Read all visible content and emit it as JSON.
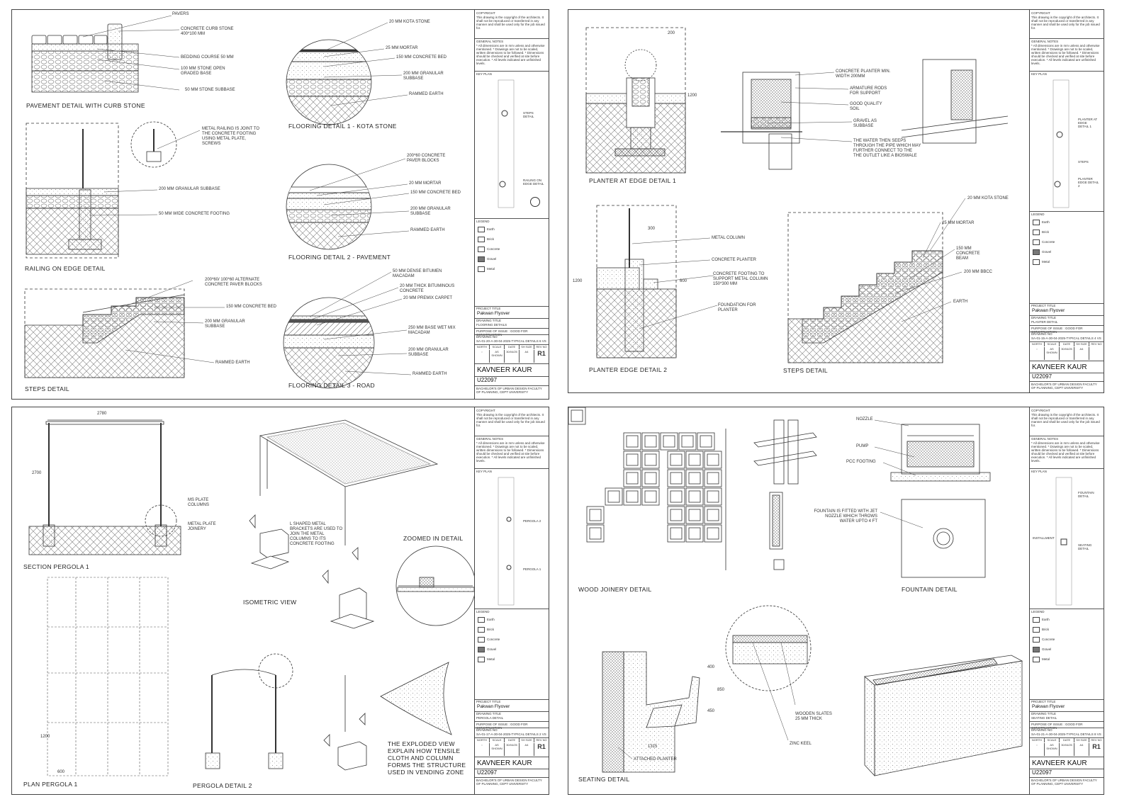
{
  "colors": {
    "line": "#333333",
    "paper": "#ffffff",
    "hatch": "#777777"
  },
  "sheets": [
    {
      "id": "flooring",
      "labels": {
        "pavers": "PAVERS",
        "curb": "CONCRETE CURB STONE 400*100 MM",
        "bedding": "BEDDING COURSE 50 MM",
        "open_graded": "100 MM STONE OPEN GRADED BASE",
        "subbase": "50 MM STONE SUBBASE",
        "railing": "METAL RAILING IS JOINT TO THE CONCRETE FOOTING USING METAL PLATE, SCREWS",
        "granular": "200 MM GRANULAR SUBBASE",
        "footing": "50 MM WIDE CONCRETE FOOTING",
        "paver_blocks": "200*60/ 100*60 ALTERNATE CONCRETE PAVER BLOCKS",
        "conc_bed": "150 MM CONCRETE BED",
        "steps_granular": "200 MM GRANULAR SUBBASE",
        "rammed": "RAMMED EARTH",
        "kota": "20 MM KOTA STONE",
        "mortar": "25 MM MORTAR",
        "kota_bed": "150 MM CONCRETE BED",
        "kota_gran": "200 MM GRANULAR SUBBASE",
        "kota_earth": "RAMMED EARTH",
        "pave_blocks": "200*60 CONCRETE PAVER BLOCKS",
        "pave_mortar": "20 MM MORTAR",
        "pave_bed": "150 MM CONCRETE BED",
        "pave_gran": "200 MM GRANULAR SUBBASE",
        "pave_earth": "RAMMED EARTH",
        "bitumen": "50 MM DENSE BITUMEN MACADAM",
        "bit_conc": "20 MM THICK BITUMINOUS CONCRETE",
        "premix": "20 MM PREMIX CARPET",
        "wetmix": "250 MM BASE WET MIX MACADAM",
        "road_gran": "200 MM GRANULAR SUBBASE",
        "road_earth": "RAMMED EARTH"
      },
      "captions": {
        "c1": "PAVEMENT DETAIL WITH CURB STONE",
        "c2": "RAILING ON EDGE DETAIL",
        "c3": "STEPS DETAIL",
        "c4": "FLOORING DETAIL 1 - KOTA STONE",
        "c5": "FLOORING DETAIL 2 - PAVEMENT",
        "c6": "FLOORING DETAIL 3 - ROAD"
      },
      "keyplan": {
        "a": "STEPS DETAIL",
        "b": "RAILING ON EDGE DETAIL"
      },
      "drawing_title": "FLOORING DETAILS",
      "drawing_no": "SA-01-20-A-30-04-2025-TYPICAL DETAILS 6 VS",
      "revision": "R1"
    },
    {
      "id": "planter",
      "labels": {
        "p200": "200",
        "p1200": "1200",
        "min": "CONCRETE PLANTER MIN. WIDTH 200MM",
        "rods": "ARMATURE RODS FOR SUPPORT",
        "soil": "GOOD QUALITY SOIL",
        "gravel": "GRAVEL AS SUBBASE",
        "water": "THE WATER THEN SEEPS THROUGH THE PIPE WHICH MAY FURTHER CONNECT TO THE THE OUTLET LIKE A BIOSWALE",
        "p300": "300",
        "column": "METAL COLUMN",
        "conc_planter": "CONCRETE PLANTER",
        "footing": "CONCRETE FOOTING TO SUPPORT METAL COLUMN 150*300 MM",
        "p600": "600",
        "p1200b": "1200",
        "foundation": "FOUNDATION FOR PLANTER",
        "kota": "20 MM KOTA STONE",
        "mortar": "25 MM MORTAR",
        "beam": "150 MM CONCRETE BEAM",
        "bbcc": "200 MM BBCC",
        "earth": "EARTH"
      },
      "captions": {
        "c1": "PLANTER AT EDGE DETAIL 1",
        "c2": "PLANTER EDGE DETAIL 2",
        "c3": "STEPS DETAIL"
      },
      "keyplan": {
        "a": "PLANTER AT EDGE DETAIL 1",
        "b": "STEPS",
        "c": "PLANTER EDGE DETAIL 2"
      },
      "drawing_title": "PLANTER DETAIL",
      "drawing_no": "SA-01-15-A-30-04-2025-TYPICAL DETAILS 4 VS",
      "revision": ""
    },
    {
      "id": "pergola",
      "labels": {
        "w2780": "2780",
        "h2700": "2700",
        "ms": "MS PLATE COLUMNS",
        "joinery": "METAL PLATE JOINERY",
        "brackets": "L SHAPED METAL BRACKETS ARE USED TO JOIN THE METAL COLUMNS TO ITS CONCRETE FOOTING",
        "zoomed": "ZOOMED IN DETAIL",
        "iso": "ISOMETRIC VIEW",
        "exploded": "THE EXPLODED VIEW EXPLAIN HOW TENSILE CLOTH AND COLUMN FORMS THE STRUCTURE USED IN VENDING ZONE",
        "d1200": "1200",
        "d600": "600"
      },
      "captions": {
        "c1": "SECTION PERGOLA 1",
        "c2": "PLAN PERGOLA 1",
        "c3": "PERGOLA DETAIL 2"
      },
      "keyplan": {
        "a": "PERGOLA 2",
        "b": "PERGOLA 1"
      },
      "drawing_title": "PERGOLA DETAIL",
      "drawing_no": "SA-01-17-A-30-04-2025-TYPICAL DETAILS 2 VS",
      "revision": "R1"
    },
    {
      "id": "seating",
      "labels": {
        "nozzle": "NOZZLE",
        "pump": "PUMP",
        "pcc": "PCC FOOTING",
        "fountain": "FOUNTAIN IS FITTED WITH JET NOZZLE WHICH THROWS WATER UPTO 4 FT",
        "d400": "400",
        "d850": "850",
        "d450": "450",
        "d1315": "1315",
        "slates": "WOODEN SLATES 25 MM THICK",
        "zinc": "ZINC KEEL",
        "attached": "ATTACHED PLANTER"
      },
      "captions": {
        "c1": "WOOD JOINERY DETAIL",
        "c2": "FOUNTAIN DETAIL",
        "c3": "SEATING DETAIL"
      },
      "keyplan": {
        "a": "FOUNTAIN DETAIL",
        "b": "INSTALLMENT",
        "c": "SEATING DETAIL"
      },
      "drawing_title": "SEATING DETAIL",
      "drawing_no": "SA-01-21-A-30-04-2025-TYPICAL DETAILS 8 VS",
      "revision": "R1"
    }
  ],
  "titleblock": {
    "copyright_head": "COPYRIGHT",
    "copyright": "This drawing is the copyright of the architects. It shall not be reproduced or transferred in any manner and shall be used only for the job issued for.",
    "notes_head": "GENERAL NOTES",
    "notes": "* All dimensions are in mm unless and otherwise mentioned. * Drawings are not to be scaled, written dimensions to be followed. * Dimensions should be checked and verified at site before execution. * All levels indicated are unfinished levels.",
    "keyplan_head": "KEY PLAN",
    "legend_head": "LEGEND",
    "legend": [
      "Earth",
      "Brick",
      "Concrete",
      "Gravel",
      "Metal"
    ],
    "project_head": "PROJECT TITLE",
    "project": "Pakwan Flyover",
    "drawing_head": "DRAWING TITLE",
    "purpose": "PURPOSE OF ISSUE : GOOD FOR CONSTRUCTION",
    "drawing_no_head": "DRAWING NO",
    "cols": [
      "NORTH",
      "SCALE",
      "DATE",
      "SH SIZE",
      "REV NO"
    ],
    "scale": "AS SHOWN",
    "date": "30/04/25",
    "sheet_size": "A4",
    "name": "KAVNEER KAUR",
    "id": "U22097",
    "institute": "BACHELOR'S OF URBAN DESIGN FACULTY OF PLANNING, CEPT UNIVERSITY"
  }
}
